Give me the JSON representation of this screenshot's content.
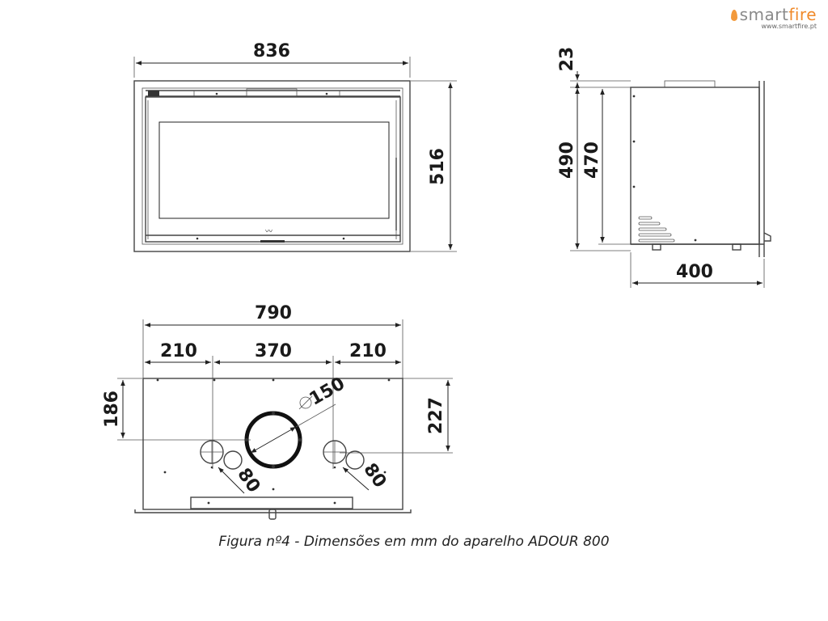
{
  "brand": {
    "name_plain": "smart",
    "name_accent": "fire",
    "url": "www.smartfire.pt",
    "logo_icon": "flame-icon"
  },
  "front_view": {
    "width": "836",
    "height": "516"
  },
  "side_view": {
    "top_offset": "23",
    "total_height": "490",
    "inner_height": "470",
    "depth": "400"
  },
  "top_view": {
    "total_width": "790",
    "left_segment": "210",
    "middle_segment": "370",
    "right_segment": "210",
    "left_depth": "186",
    "right_depth": "227",
    "flue_diameter": "150",
    "left_air_inlet": "80",
    "right_air_inlet": "80"
  },
  "caption": "Figura nº4 - Dimensões em mm do aparelho  ADOUR 800"
}
